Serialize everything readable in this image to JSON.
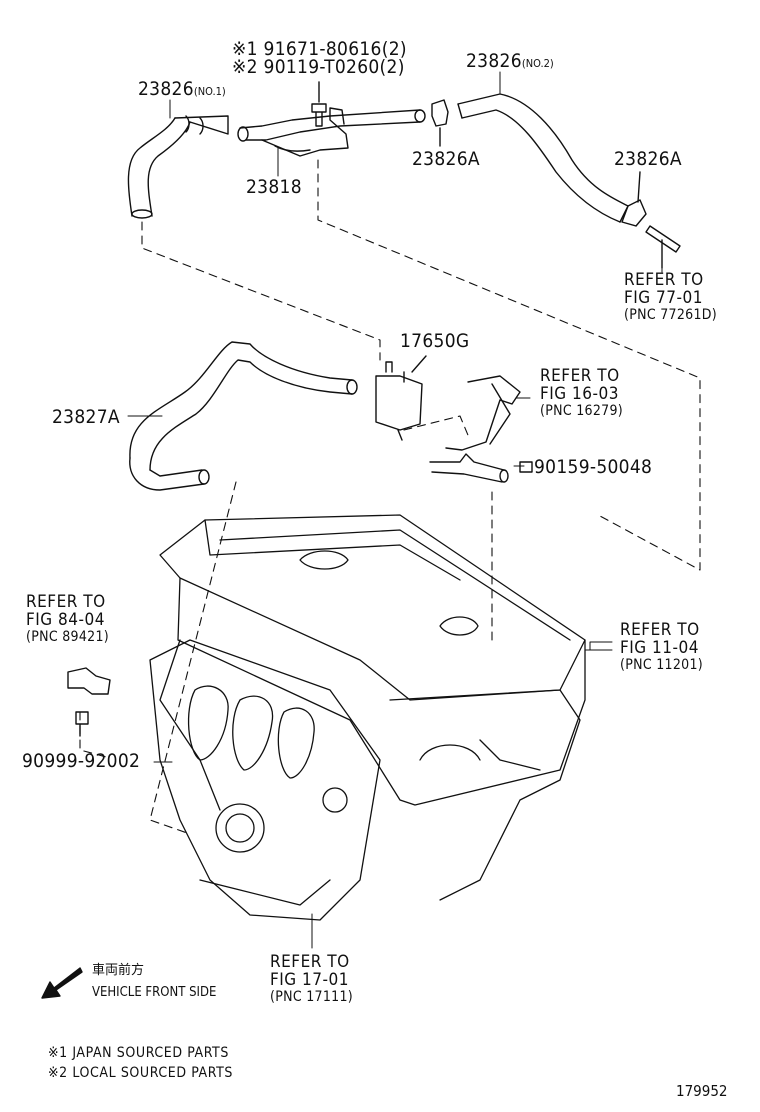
{
  "parts": {
    "p23826_1": {
      "number": "23826",
      "tag": "(NO.1)"
    },
    "p23826_2": {
      "number": "23826",
      "tag": "(NO.2)"
    },
    "p23818": "23818",
    "p23826A_1": "23826A",
    "p23826A_2": "23826A",
    "p17650G": "17650G",
    "p23827A": "23827A",
    "p90159": "90159-50048",
    "p90999": "90999-92002",
    "bolt_note_1": "※1 91671-80616(2)",
    "bolt_note_2": "※2 90119-T0260(2)"
  },
  "refs": {
    "fig77": {
      "line1": "REFER TO",
      "line2": "FIG 77-01",
      "pnc": "(PNC 77261D)"
    },
    "fig16": {
      "line1": "REFER TO",
      "line2": "FIG 16-03",
      "pnc": "(PNC 16279)"
    },
    "fig84": {
      "line1": "REFER TO",
      "line2": "FIG 84-04",
      "pnc": "(PNC 89421)"
    },
    "fig11": {
      "line1": "REFER TO",
      "line2": "FIG 11-04",
      "pnc": "(PNC 11201)"
    },
    "fig17": {
      "line1": "REFER TO",
      "line2": "FIG 17-01",
      "pnc": "(PNC 17111)"
    }
  },
  "direction": {
    "jp": "車両前方",
    "en": "VEHICLE FRONT SIDE",
    "icon": "arrow-icon"
  },
  "notes": {
    "n1": "※1 JAPAN SOURCED PARTS",
    "n2": "※2 LOCAL SOURCED PARTS"
  },
  "figure_id": "179952"
}
